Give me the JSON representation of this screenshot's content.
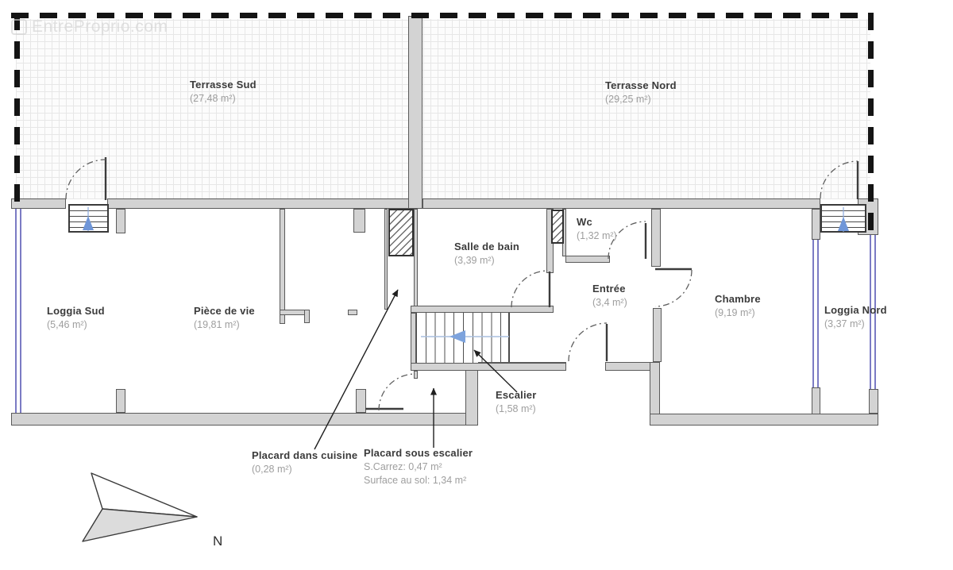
{
  "watermark": {
    "text": "EntreProprio.com"
  },
  "compass": {
    "label": "N"
  },
  "rooms": {
    "terrasse_sud": {
      "name": "Terrasse Sud",
      "area": "(27,48 m²)"
    },
    "terrasse_nord": {
      "name": "Terrasse Nord",
      "area": "(29,25 m²)"
    },
    "loggia_sud": {
      "name": "Loggia Sud",
      "area": "(5,46 m²)"
    },
    "piece_de_vie": {
      "name": "Pièce de vie",
      "area": "(19,81 m²)"
    },
    "salle_de_bain": {
      "name": "Salle de bain",
      "area": "(3,39 m²)"
    },
    "wc": {
      "name": "Wc",
      "area": "(1,32 m²)"
    },
    "entree": {
      "name": "Entrée",
      "area": "(3,4 m²)"
    },
    "chambre": {
      "name": "Chambre",
      "area": "(9,19 m²)"
    },
    "loggia_nord": {
      "name": "Loggia Nord",
      "area": "(3,37 m²)"
    },
    "escalier": {
      "name": "Escalier",
      "area": "(1,58 m²)"
    },
    "placard_cuisine": {
      "name": "Placard dans cuisine",
      "area": "(0,28 m²)"
    },
    "placard_escalier": {
      "name": "Placard sous escalier",
      "carrez": "S.Carrez: 0,47 m²",
      "floor": "Surface au sol: 1,34 m²"
    }
  },
  "colors": {
    "wall_fill": "#d3d3d3",
    "wall_edge": "#5a5a5a",
    "window_blue": "#7b7bc4",
    "stairs_arrow_blue": "#7da3dd",
    "terrace_dash": "#141414",
    "label_dark": "#3b3b3b",
    "label_gray": "#9e9e9e"
  }
}
